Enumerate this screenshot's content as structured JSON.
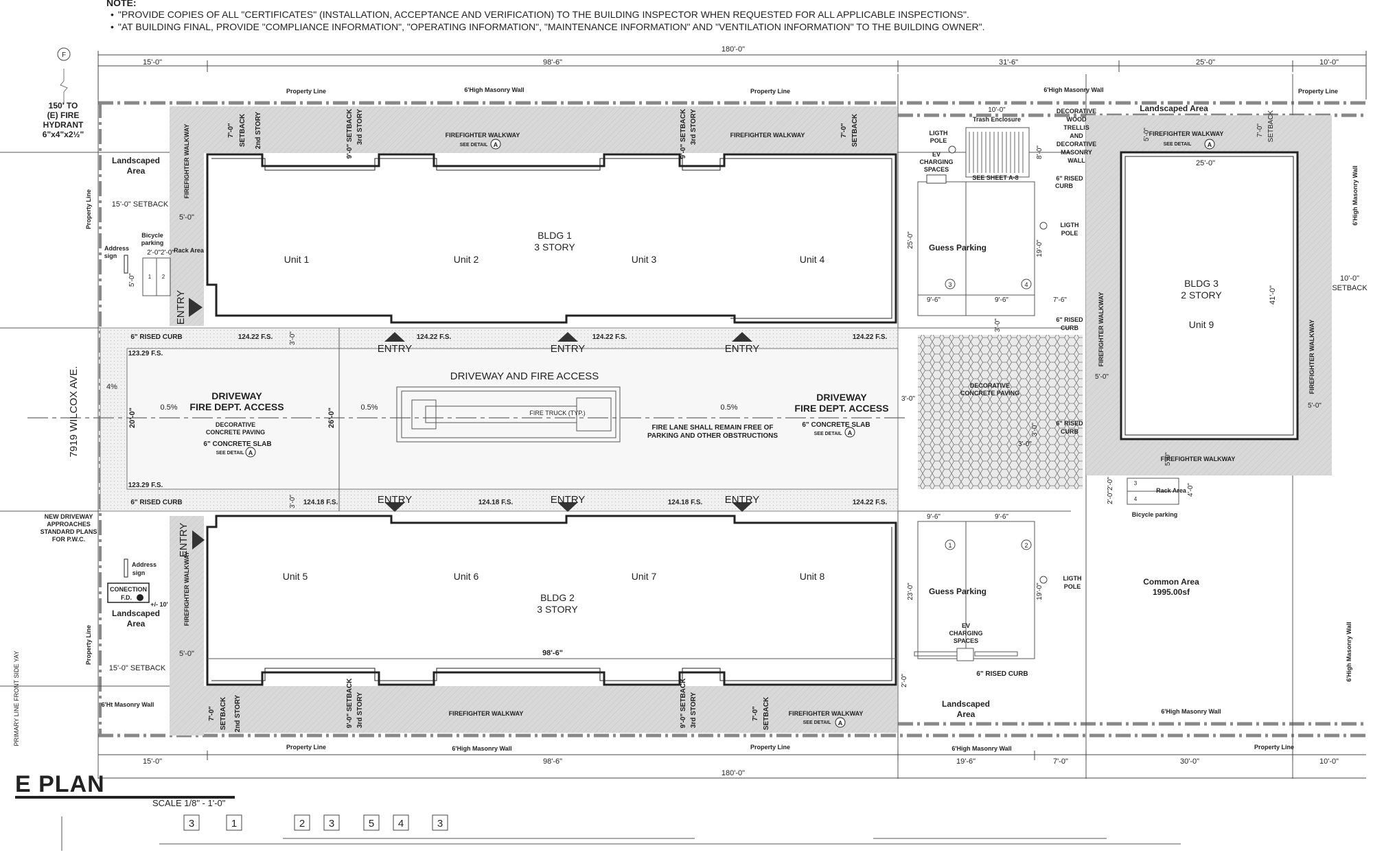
{
  "notes": {
    "header": "NOTE:",
    "lines": [
      "\"PROVIDE COPIES OF ALL \"CERTIFICATES\" (INSTALLATION, ACCEPTANCE AND VERIFICATION) TO THE BUILDING INSPECTOR WHEN REQUESTED FOR ALL APPLICABLE INSPECTIONS\".",
      "\"AT BUILDING FINAL, PROVIDE \"COMPLIANCE INFORMATION\", \"OPERATING INFORMATION\", \"MAINTENANCE INFORMATION\" AND \"VENTILATION INFORMATION\" TO THE BUILDING OWNER\"."
    ]
  },
  "title": {
    "text": "E PLAN",
    "scale": "SCALE 1/8\" - 1'-0\""
  },
  "north_marker": "F",
  "street": "7919 WILCOX AVE.",
  "hydrant": [
    "150' TO",
    "(E) FIRE",
    "HYDRANT",
    "6\"x4\"x2½\""
  ],
  "dimensions": {
    "top_total": "180'-0\"",
    "top_segments": [
      "15'-0\"",
      "98'-6\"",
      "31'-6\"",
      "25'-0\"",
      "10'-0\""
    ],
    "bottom_total": "180'-0\"",
    "bottom_segments": [
      "15'-0\"",
      "98'-6\"",
      "19'-6\"",
      "7'-0\"",
      "30'-0\"",
      "10'-0\""
    ]
  },
  "buildings": {
    "bldg1": {
      "name": "BLDG 1",
      "stories": "3 STORY",
      "units": [
        "Unit 1",
        "Unit 2",
        "Unit 3",
        "Unit 4"
      ]
    },
    "bldg2": {
      "name": "BLDG 2",
      "stories": "3 STORY",
      "units": [
        "Unit 5",
        "Unit 6",
        "Unit 7",
        "Unit 8"
      ],
      "width": "98'-6\""
    },
    "bldg3": {
      "name": "BLDG 3",
      "stories": "2 STORY",
      "unit": "Unit 9",
      "width": "25'-0\"",
      "depth": "41'-0\""
    }
  },
  "labels": {
    "property_line": "Property Line",
    "masonry_wall": "6'High Masonry Wall",
    "masonry_wall_ht": "6'Ht Masonry Wall",
    "firefighter_walkway": "FIREFIGHTER WALKWAY",
    "see_detail": "SEE DETAIL",
    "detail_tag": "A",
    "landscaped_area": [
      "Landscaped",
      "Area"
    ],
    "landscaped_area_one": "Landscaped Area",
    "setback_15": "15'-0\" SETBACK",
    "setback_10": [
      "10'-0\"",
      "SETBACK"
    ],
    "entry": "ENTRY",
    "rised_curb": "6\" RISED CURB",
    "rised_curb_2": [
      "6\" RISED",
      "CURB"
    ],
    "driveway": [
      "DRIVEWAY",
      "FIRE DEPT. ACCESS"
    ],
    "driveway_fire": "DRIVEWAY AND FIRE ACCESS",
    "decorative_paving": [
      "DECORATIVE",
      "CONCRETE PAVING"
    ],
    "concrete_slab": "6\"  CONCRETE SLAB",
    "fire_truck": "FIRE TRUCK (TYP.)",
    "fire_lane": [
      "FIRE LANE SHALL REMAIN  FREE OF",
      "PARKING AND OTHER OBSTRUCTIONS"
    ],
    "slope": "0.5%",
    "slope_4": "4%",
    "guess_parking": "Guess Parking",
    "ev_charging": [
      "EV",
      "CHARGING",
      "SPACES"
    ],
    "light_pole": [
      "LIGTH",
      "POLE"
    ],
    "trash": "Trash Enclosure",
    "see_sheet": "SEE SHEET A-8",
    "trellis": [
      "DECORATIVE",
      "WOOD",
      "TRELLIS",
      "AND",
      "DECORATIVE",
      "MASONRY",
      "WALL"
    ],
    "address_sign": [
      "Address",
      "sign"
    ],
    "bicycle_parking": [
      "Bicycle",
      "parking"
    ],
    "bicycle_parking_one": "Bicycle parking",
    "rack_area": "Rack Area",
    "connection_fd": [
      "CONECTION",
      "F.D."
    ],
    "plus_minus": "+/- 10'",
    "new_driveway": [
      "NEW DRIVEWAY",
      "APPROACHES",
      "STANDARD PLANS",
      "FOR P.W.C."
    ],
    "common_area": [
      "Common Area",
      "1995.00sf"
    ],
    "primary_line": "PRIMARY LINE FRONT SIDE YAY",
    "setback_9": "9'-0\" SETBACK",
    "setback_7": "7'-0\"",
    "setback_word": "SETBACK",
    "story_2": "2nd STORY",
    "story_3": "3rd STORY"
  },
  "elevations": {
    "fs_top": "124.22 F.S.",
    "fs_bottom": "124.18 F.S.",
    "fs_street": "123.29 F.S."
  },
  "dims_misc": {
    "d5": "5'-0\"",
    "d2": "2'-0\"",
    "d3": "3'-0\"",
    "d20": "20'-0\"",
    "d26": "26'-0\"",
    "d25": "25'-0\"",
    "d19": "19'-0\"",
    "d23": "23'-0\"",
    "d8": "8'-0\"",
    "d10": "10'-0\"",
    "d96": "9'-6\"",
    "d76": "7'-6\"",
    "d4": "4'-0\"",
    "d22": "2'-0\"2'-0\"",
    "d7": "7'-0\""
  },
  "stalls": [
    "1",
    "2",
    "3",
    "4"
  ],
  "elevation_tags": [
    "3",
    "1",
    "2",
    "3",
    "5",
    "4",
    "3"
  ]
}
